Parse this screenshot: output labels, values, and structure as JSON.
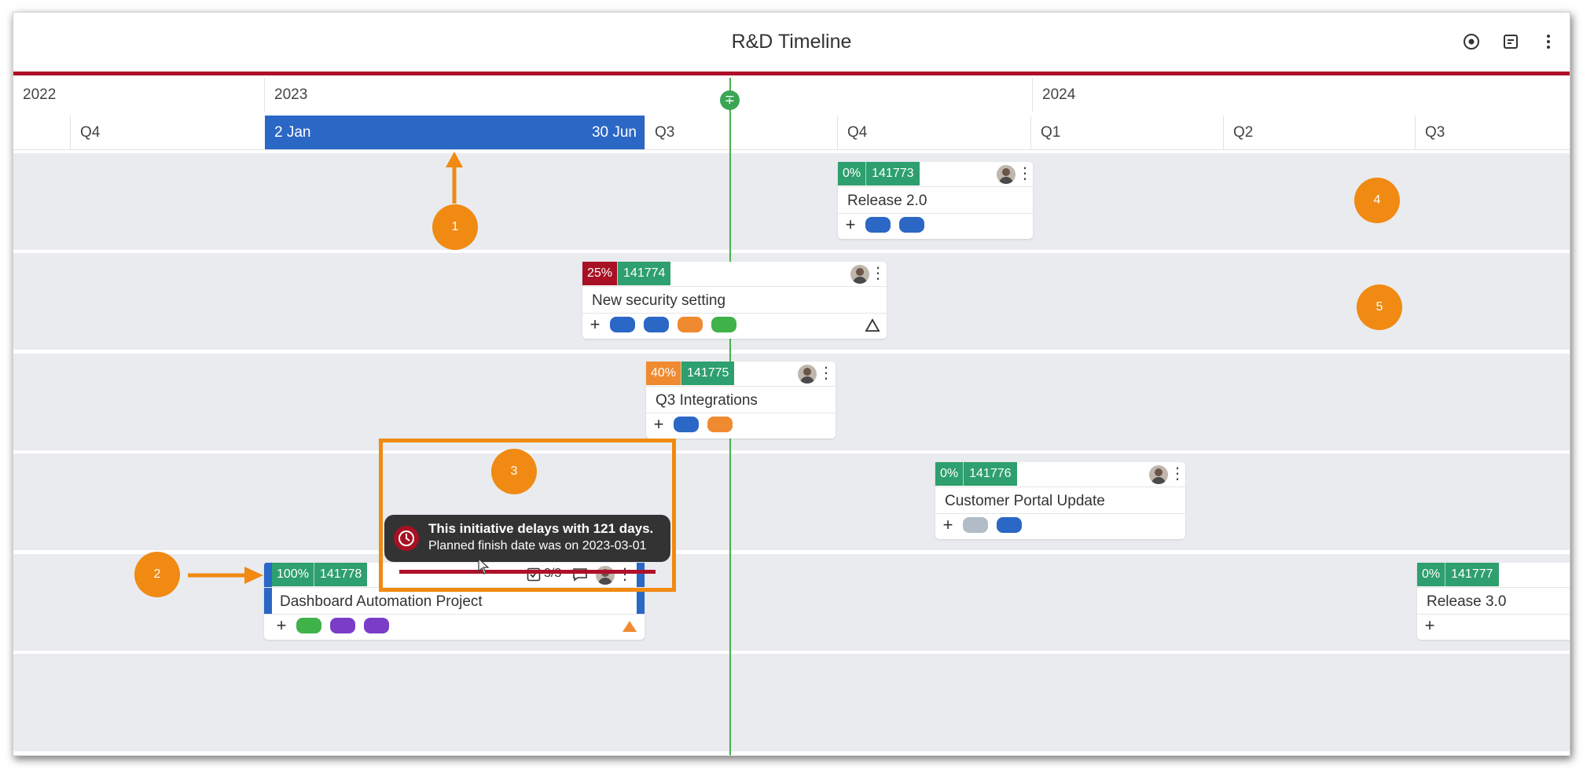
{
  "header": {
    "title": "R&D Timeline"
  },
  "timeline": {
    "years": [
      "2022",
      "2023",
      "2024"
    ],
    "quarters": [
      "Q4",
      "Q3",
      "Q4",
      "Q1",
      "Q2",
      "Q3"
    ],
    "selected_range": {
      "start": "2 Jan",
      "end": "30 Jun"
    },
    "today_marker_icon": "today-marker-icon"
  },
  "cards": [
    {
      "pct": "0%",
      "id": "141773",
      "title": "Release 2.0",
      "pct_color": "#2e9f6e",
      "pills": [
        "#2b67c5",
        "#2b67c5"
      ]
    },
    {
      "pct": "25%",
      "id": "141774",
      "title": "New security setting",
      "pct_color": "#a81024",
      "pills": [
        "#2b67c5",
        "#2b67c5",
        "#f08a30",
        "#3fb24a"
      ]
    },
    {
      "pct": "40%",
      "id": "141775",
      "title": "Q3 Integrations",
      "pct_color": "#f08a30",
      "pills": [
        "#2b67c5",
        "#f08a30"
      ]
    },
    {
      "pct": "0%",
      "id": "141776",
      "title": "Customer Portal Update",
      "pct_color": "#2e9f6e",
      "pills": [
        "#b1bcc6",
        "#2b67c5"
      ]
    },
    {
      "pct": "100%",
      "id": "141778",
      "title": "Dashboard Automation Project",
      "pct_color": "#2e9f6e",
      "checklist": "3/3",
      "pills": [
        "#3fb24a",
        "#7a3dc8",
        "#7a3dc8"
      ]
    },
    {
      "pct": "0%",
      "id": "141777",
      "title": "Release 3.0",
      "pct_color": "#2e9f6e",
      "pills": []
    }
  ],
  "tooltip": {
    "line1": "This initiative delays with 121 days.",
    "line2": "Planned finish date was on 2023-03-01"
  },
  "annotations": [
    "1",
    "2",
    "3",
    "4",
    "5"
  ],
  "colors": {
    "accent_red": "#b0102a",
    "primary_blue": "#2b67c5",
    "annotation_orange": "#f08a12"
  }
}
